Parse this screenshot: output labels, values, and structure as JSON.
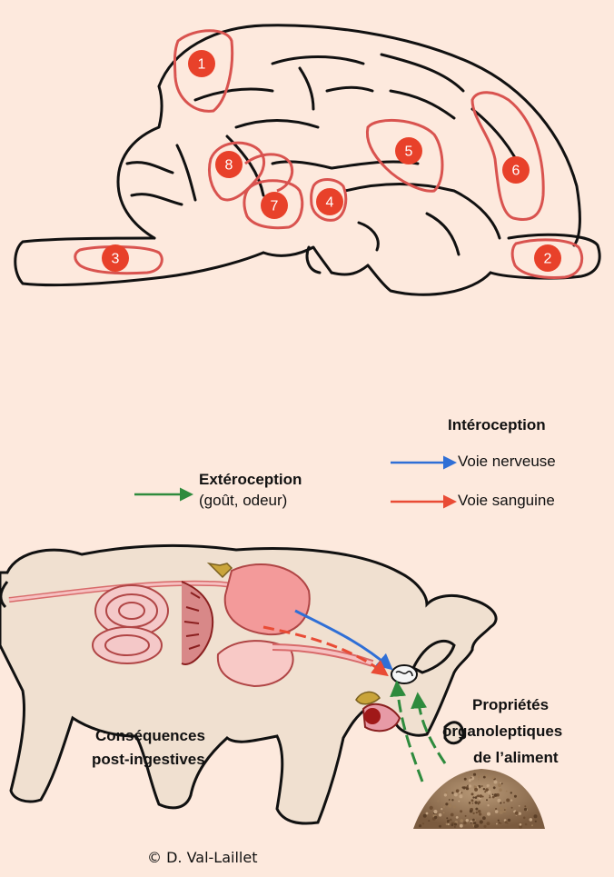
{
  "brain": {
    "regions": [
      {
        "id": 1,
        "label": "1"
      },
      {
        "id": 2,
        "label": "2"
      },
      {
        "id": 3,
        "label": "3"
      },
      {
        "id": 4,
        "label": "4"
      },
      {
        "id": 5,
        "label": "5"
      },
      {
        "id": 6,
        "label": "6"
      },
      {
        "id": 7,
        "label": "7"
      },
      {
        "id": 8,
        "label": "8"
      }
    ]
  },
  "legend": {
    "interoception_title": "Intéroception",
    "nerve_pathway": "Voie nerveuse",
    "blood_pathway": "Voie sanguine",
    "exteroception_title": "Extéroception",
    "exteroception_detail": "(goût, odeur)"
  },
  "pig": {
    "post_ingestive_line1": "Conséquences",
    "post_ingestive_line2": "post-ingestives",
    "organoleptic_line1": "Propriétés",
    "organoleptic_line2": "organoleptiques",
    "organoleptic_line3": "de l’aliment"
  },
  "credit": "© D. Val-Laillet",
  "colors": {
    "background": "#fde9dd",
    "marker": "#e8412a",
    "region_outline": "#d9534f",
    "nerve": "#2f6fd6",
    "blood": "#e94b35",
    "extero": "#2e8b3d"
  }
}
